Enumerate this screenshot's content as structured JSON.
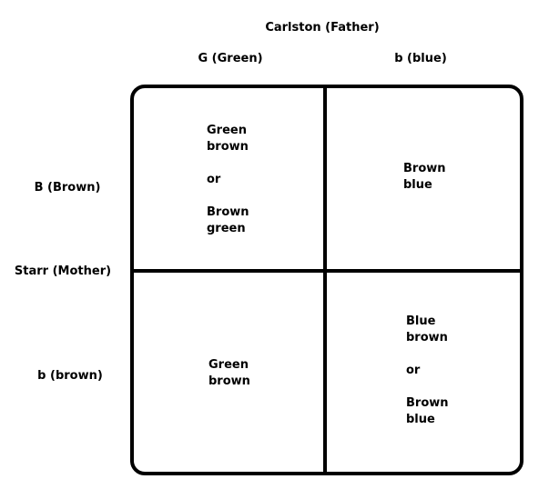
{
  "father_label": "Carlston (Father)",
  "mother_label": "Starr (Mother)",
  "columns": [
    "G (Green)",
    "b (blue)"
  ],
  "rows": [
    "B (Brown)",
    "b (brown)"
  ],
  "cells": {
    "top_left": {
      "line1": "Green",
      "line2": "brown",
      "or": "or",
      "line3": "Brown",
      "line4": "green"
    },
    "top_right": {
      "line1": "Brown",
      "line2": "blue"
    },
    "bottom_left": {
      "line1": "Green",
      "line2": "brown"
    },
    "bottom_right": {
      "line1": "Blue",
      "line2": "brown",
      "or": "or",
      "line3": "Brown",
      "line4": "blue"
    }
  }
}
